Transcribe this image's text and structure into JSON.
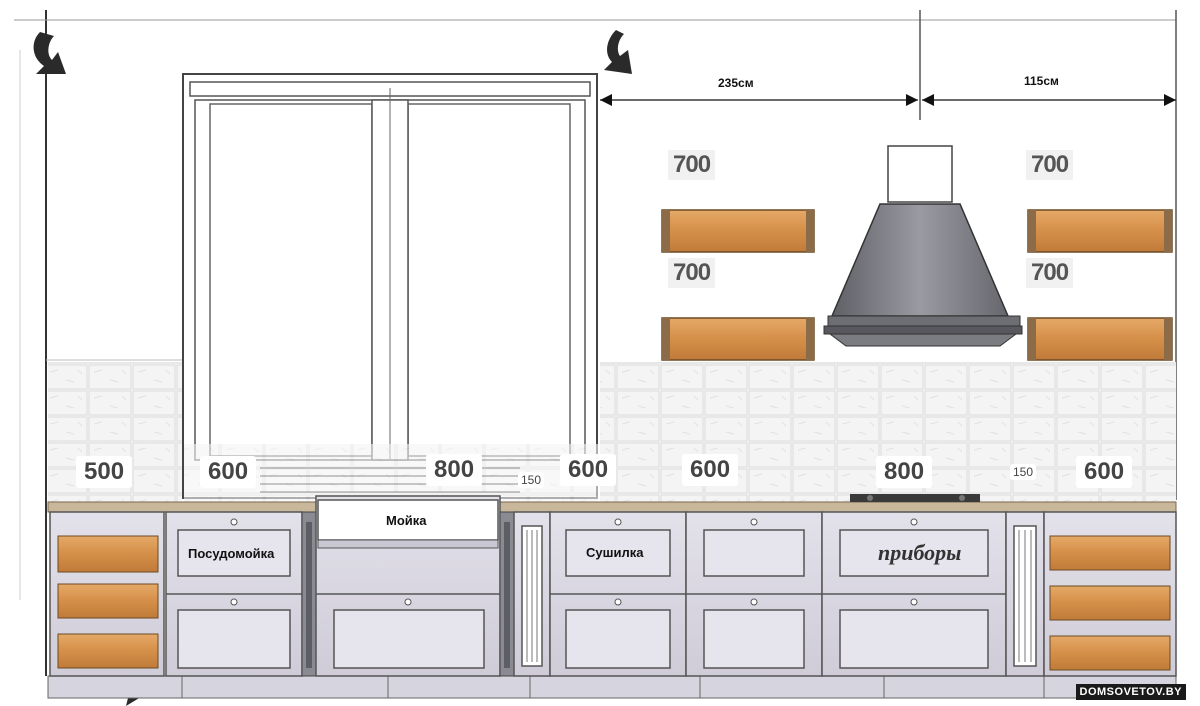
{
  "dimensions": {
    "left_span": "235см",
    "right_span": "115см"
  },
  "shelf_widths": {
    "left_upper": "700",
    "left_lower": "700",
    "right_upper": "700",
    "right_lower": "700"
  },
  "module_widths": [
    {
      "id": "m1",
      "value": "500"
    },
    {
      "id": "m2",
      "value": "600"
    },
    {
      "id": "m3",
      "value": "800"
    },
    {
      "id": "m4",
      "value": "150"
    },
    {
      "id": "m5",
      "value": "600"
    },
    {
      "id": "m6",
      "value": "600"
    },
    {
      "id": "m7",
      "value": "800"
    },
    {
      "id": "m8",
      "value": "150"
    },
    {
      "id": "m9",
      "value": "600"
    }
  ],
  "cabinet_labels": {
    "dishwasher": "Посудомойка",
    "sink": "Мойка",
    "dryer": "Сушилка",
    "utensils": "приборы"
  },
  "watermark": "DOMSOVETOV.BY",
  "colors": {
    "cabinet_fill": "#d9d7e1",
    "wood": "#d99a55",
    "countertop": "#c8b79a",
    "hood": "#7a7a80"
  }
}
